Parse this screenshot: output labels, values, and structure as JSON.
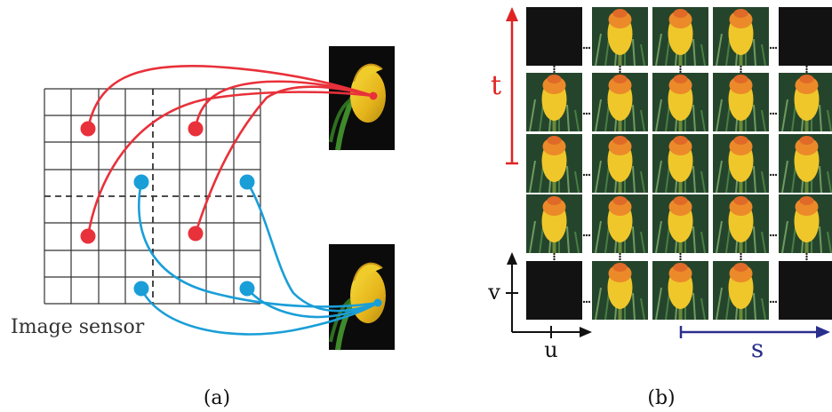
{
  "panel_a": {
    "caption": "(a)",
    "sensor_label": "Image sensor",
    "ray_colors": {
      "top": "#e8313a",
      "bottom": "#1a9ed8"
    }
  },
  "panel_b": {
    "caption": "(b)",
    "axis_t": "t",
    "axis_s": "s",
    "axis_u": "u",
    "axis_v": "v",
    "colors": {
      "t": "#e02424",
      "s": "#2b2f8c",
      "uv": "#111111"
    },
    "grid": {
      "rows": [
        [
          "black",
          "flower",
          "flower",
          "flower",
          "black"
        ],
        [
          "flower",
          "flower",
          "flower",
          "flower",
          "flower"
        ],
        [
          "flower",
          "flower",
          "flower",
          "flower",
          "flower"
        ],
        [
          "flower",
          "flower",
          "flower",
          "flower",
          "flower"
        ],
        [
          "black",
          "flower",
          "flower",
          "flower",
          "black"
        ]
      ]
    }
  }
}
